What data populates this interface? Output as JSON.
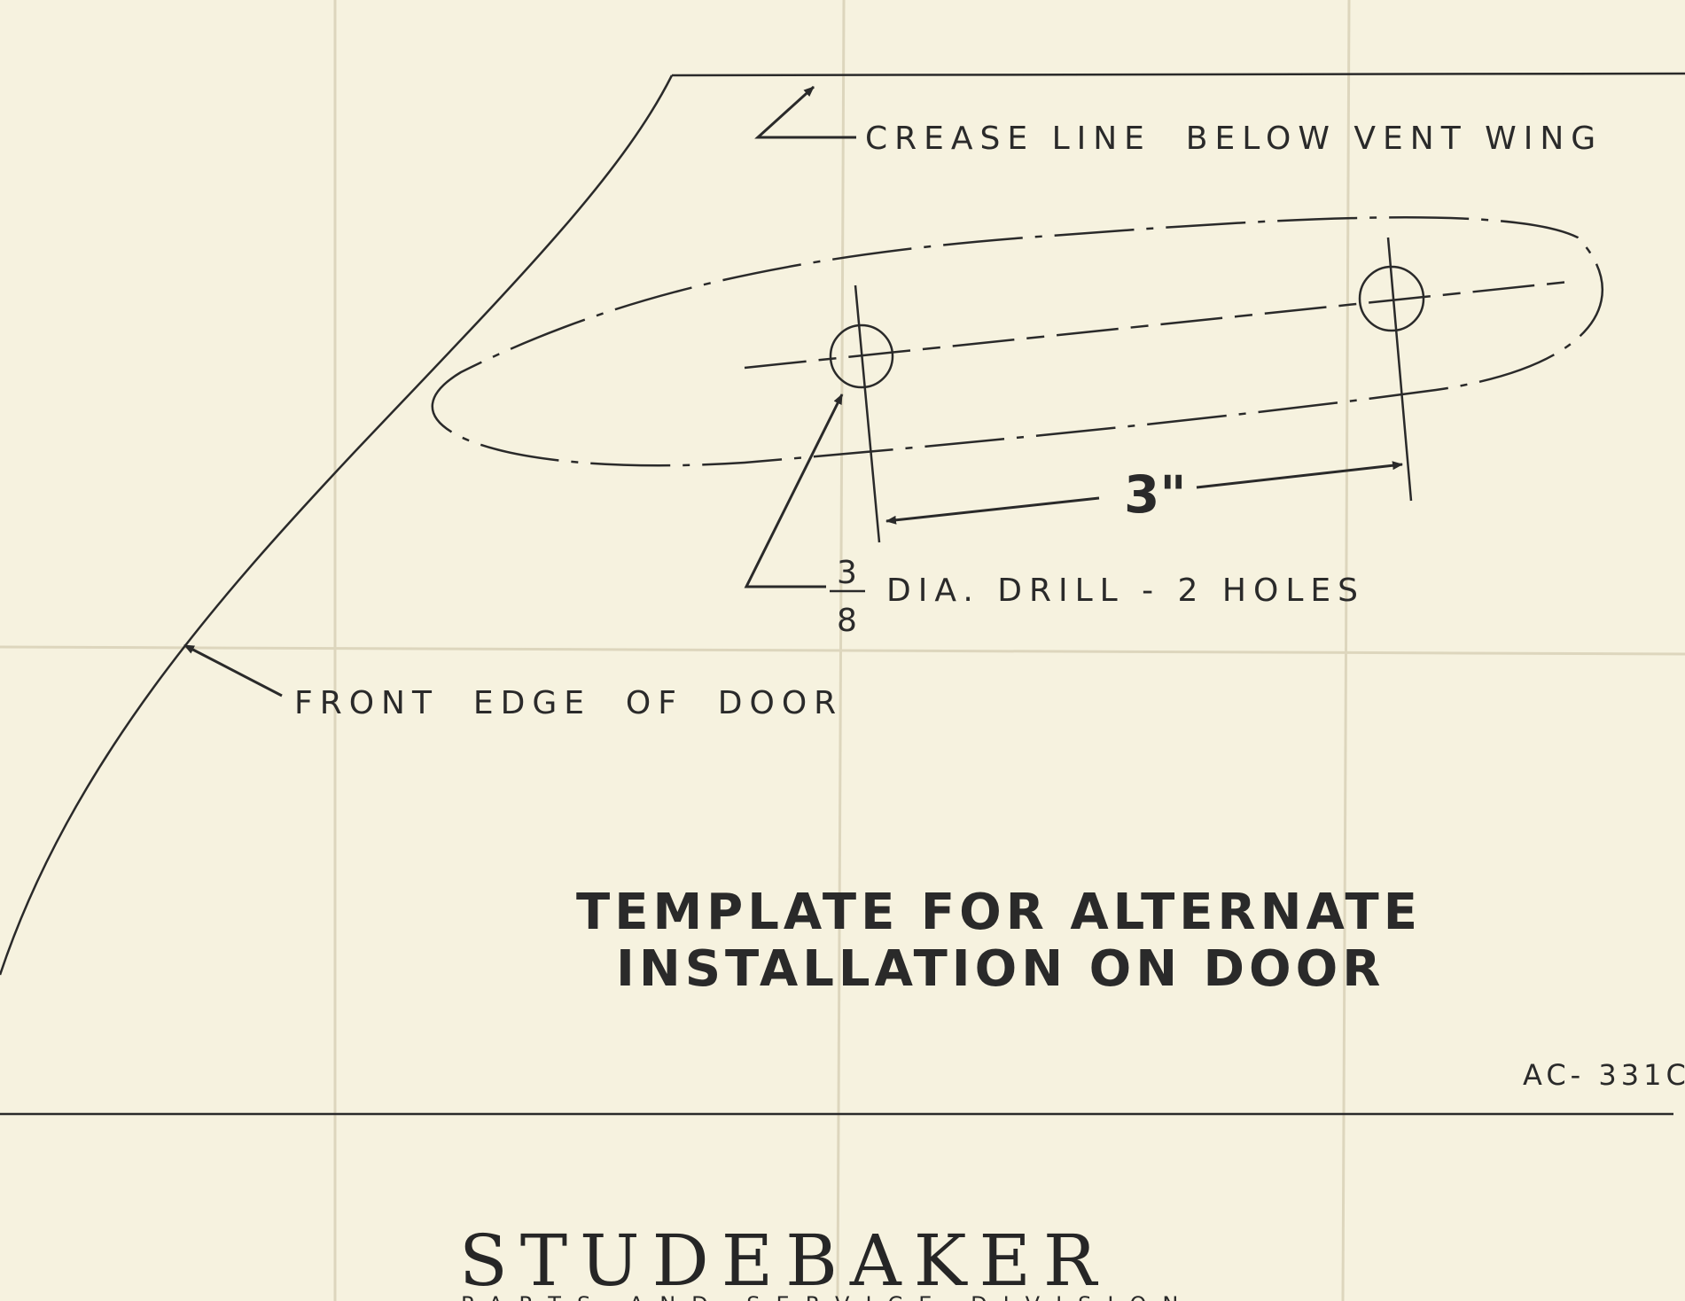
{
  "labels": {
    "crease_line": "CREASE LINE  BELOW VENT WING",
    "front_edge": "FRONT  EDGE  OF  DOOR",
    "drill_numerator": "3",
    "drill_denominator": "8",
    "drill_text": "DIA. DRILL - 2 HOLES",
    "dimension": "3\"",
    "title_line1": "TEMPLATE FOR ALTERNATE",
    "title_line2": "INSTALLATION ON DOOR",
    "part_number": "AC- 331C",
    "brand": "STUDEBAKER",
    "division": "PARTS AND SERVICE DIVISION"
  },
  "colors": {
    "paper": "#f6f2df",
    "ink": "#2a2a2a",
    "fold": "#ddd6bd"
  }
}
